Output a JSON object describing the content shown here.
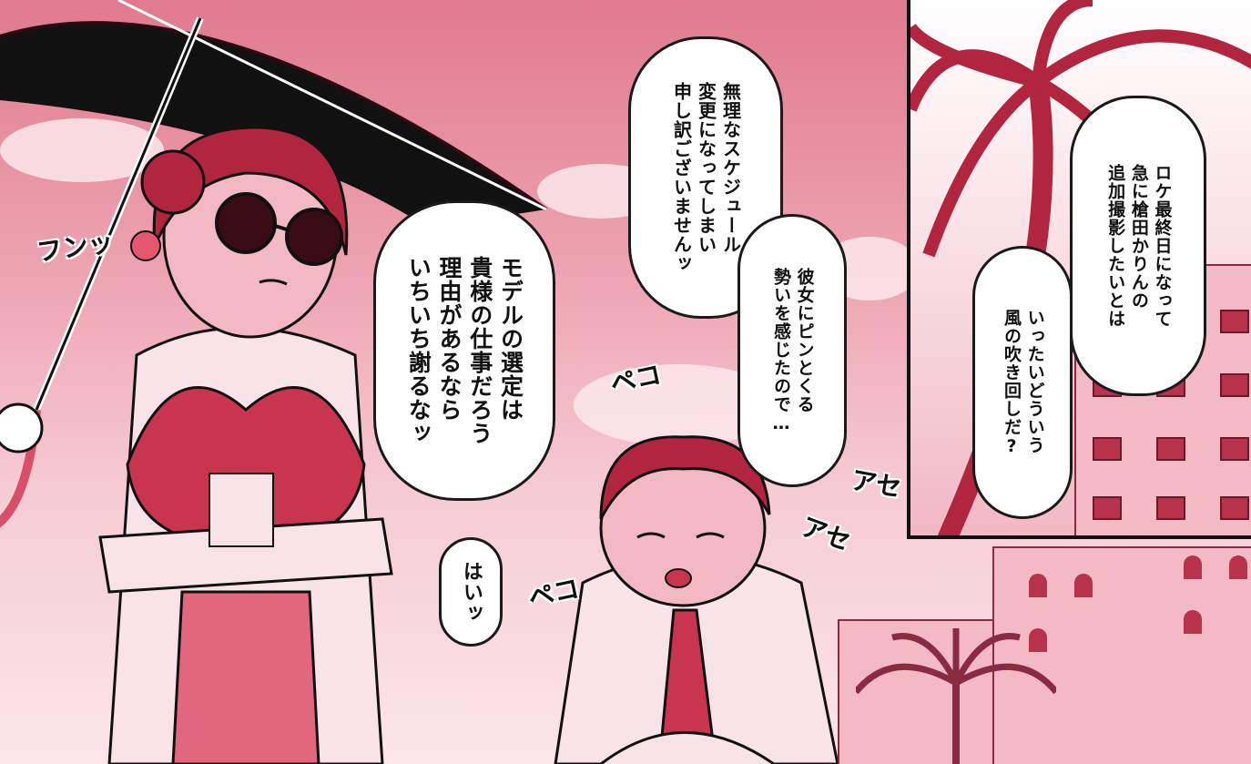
{
  "colors": {
    "accent": "#c9354f",
    "ink": "#111111",
    "sky": "#e07a8f",
    "bubble": "#ffffff"
  },
  "dialogue": {
    "manager_line": "モデルの選定は\n貴様の仕事だろう\n理由があるなら\nいちいち謝るなッ",
    "apology_line": "無理なスケジュール\n変更になってしまい\n申し訳ございませんッ",
    "reason_line": "彼女にピンとくる\n勢いを感じたので…",
    "reply_line": "はいッ",
    "inset_narration": "ロケ最終日になって\n急に槍田かりんの\n追加撮影したいとは",
    "inset_question": "いったいどういう\n風の吹き回しだ?"
  },
  "sfx": {
    "huff": "フンッ",
    "bow_top": "ペコ",
    "bow_bottom": "ペコ",
    "sweat_top": "アセ",
    "sweat_bottom": "アセ"
  }
}
